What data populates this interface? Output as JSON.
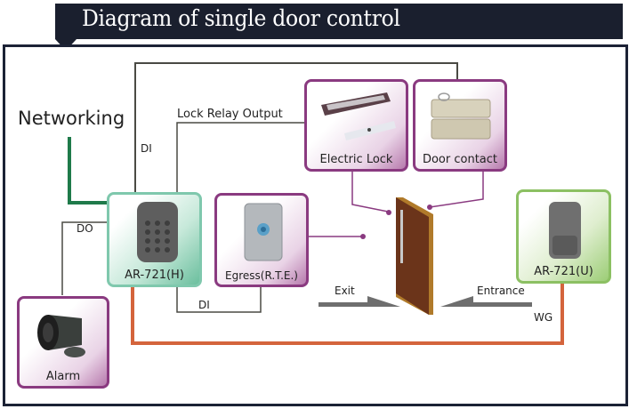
{
  "title": "Diagram of single door control",
  "labels": {
    "networking": "Networking",
    "lock_relay_output": "Lock Relay Output",
    "di_top": "DI",
    "do": "DO",
    "di_bottom": "DI",
    "exit": "Exit",
    "entrance": "Entrance",
    "wg": "WG"
  },
  "devices": {
    "controller": {
      "label": "AR-721(H)",
      "icon": "keypad-reader-icon"
    },
    "egress": {
      "label": "Egress(R.T.E.)",
      "icon": "exit-button-icon"
    },
    "electric_lock": {
      "label": "Electric Lock",
      "icon": "magnetic-lock-icon"
    },
    "door_contact": {
      "label": "Door contact",
      "icon": "door-sensor-icon"
    },
    "reader": {
      "label": "AR-721(U)",
      "icon": "card-reader-icon"
    },
    "alarm": {
      "label": "Alarm",
      "icon": "siren-icon"
    }
  },
  "colors": {
    "title_bg": "#1a1f2e",
    "wire": "#4a4a44",
    "network_wire": "#1f7a4a",
    "wg_wire": "#d4643c",
    "purple": "#8a3a80",
    "teal": "#7fc8ad",
    "green": "#8cc063",
    "door": "#6b341a"
  }
}
